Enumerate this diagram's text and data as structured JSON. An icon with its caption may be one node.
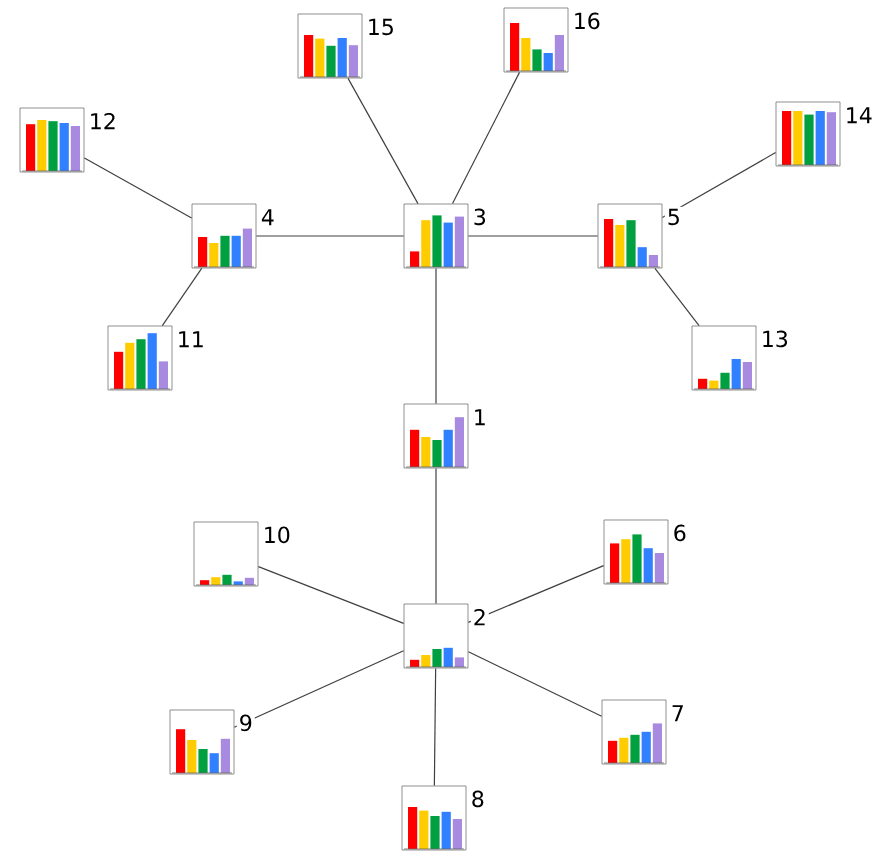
{
  "diagram": {
    "nodes": [
      {
        "text": [],
        "shape": "picture",
        "beside": [
          "1"
        ]
      },
      {
        "text": [],
        "shape": "picture",
        "beside": [
          "2"
        ]
      },
      {
        "text": [],
        "shape": "picture",
        "beside": [
          "3"
        ]
      },
      {
        "text": [],
        "shape": "picture",
        "beside": [
          "4"
        ]
      },
      {
        "text": [],
        "shape": "picture",
        "beside": [
          "5"
        ]
      },
      {
        "text": [],
        "shape": "picture",
        "beside": [
          "6"
        ]
      },
      {
        "text": [],
        "shape": "picture",
        "beside": [
          "7"
        ]
      },
      {
        "text": [],
        "shape": "picture",
        "beside": [
          "8"
        ]
      },
      {
        "text": [],
        "shape": "picture",
        "beside": [
          "9"
        ]
      },
      {
        "text": [],
        "shape": "picture",
        "beside": [
          "10"
        ]
      },
      {
        "text": [],
        "shape": "picture",
        "beside": [
          "11"
        ]
      },
      {
        "text": [],
        "shape": "picture",
        "beside": [
          "12"
        ]
      },
      {
        "text": [],
        "shape": "picture",
        "beside": [
          "13"
        ]
      },
      {
        "text": [],
        "shape": "picture",
        "beside": [
          "14"
        ]
      },
      {
        "text": [],
        "shape": "picture",
        "beside": [
          "15"
        ]
      },
      {
        "text": [],
        "shape": "picture",
        "beside": [
          "16"
        ]
      }
    ],
    "edges": [
      {
        "from": 2,
        "to": 0,
        "arrow": "none"
      },
      {
        "from": 0,
        "to": 1,
        "arrow": "none"
      },
      {
        "from": 2,
        "to": 3,
        "arrow": "none"
      },
      {
        "from": 2,
        "to": 4,
        "arrow": "none"
      },
      {
        "from": 2,
        "to": 14,
        "arrow": "none"
      },
      {
        "from": 2,
        "to": 15,
        "arrow": "none"
      },
      {
        "from": 3,
        "to": 11,
        "arrow": "none"
      },
      {
        "from": 3,
        "to": 10,
        "arrow": "none"
      },
      {
        "from": 4,
        "to": 13,
        "arrow": "none"
      },
      {
        "from": 4,
        "to": 12,
        "arrow": "none"
      },
      {
        "from": 1,
        "to": 9,
        "arrow": "none"
      },
      {
        "from": 1,
        "to": 5,
        "arrow": "none"
      },
      {
        "from": 1,
        "to": 8,
        "arrow": "none"
      },
      {
        "from": 1,
        "to": 6,
        "arrow": "none"
      },
      {
        "from": 1,
        "to": 7,
        "arrow": "none"
      }
    ]
  }
}
